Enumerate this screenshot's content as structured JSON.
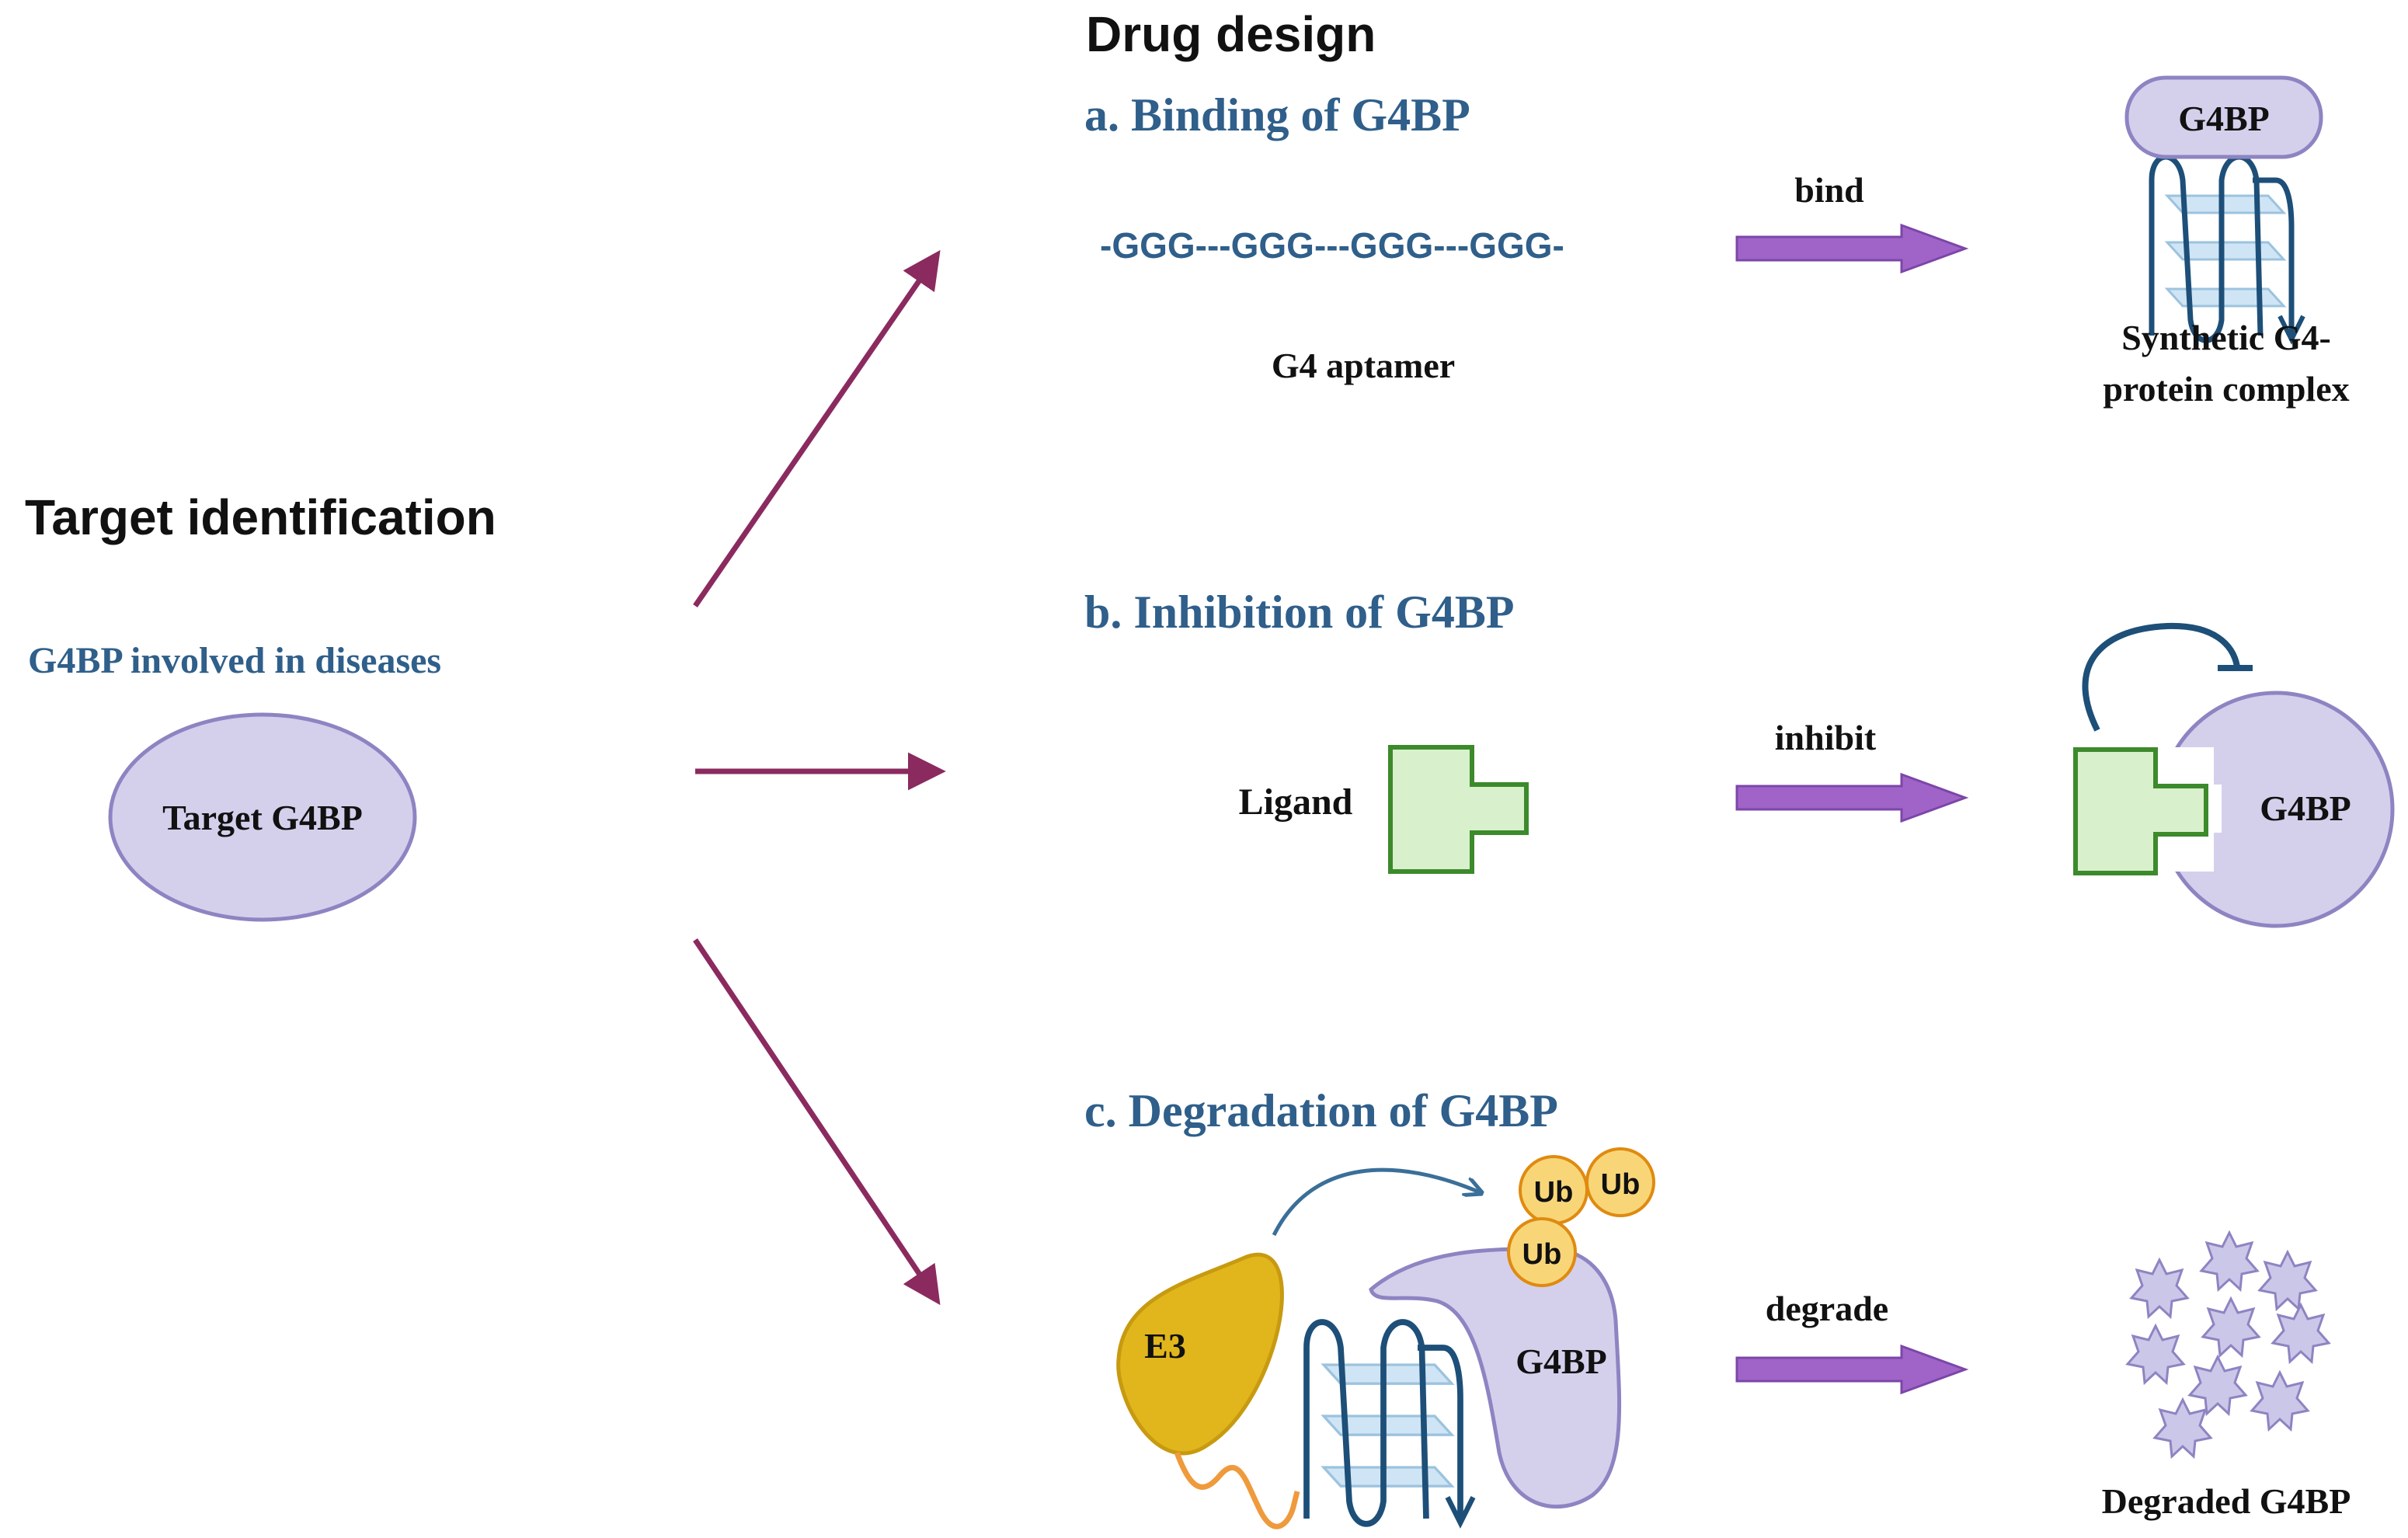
{
  "left": {
    "heading": "Target identification",
    "subheading": "G4BP involved in diseases",
    "ellipse_label": "Target G4BP"
  },
  "drug_design": {
    "heading": "Drug design",
    "binding": {
      "title": "a. Binding of G4BP",
      "sequence": "-GGG---GGG---GGG---GGG-",
      "aptamer_label": "G4 aptamer",
      "arrow_label": "bind",
      "protein_label": "G4BP",
      "result_line1": "Synthetic G4-",
      "result_line2": "protein complex"
    },
    "inhibition": {
      "title": "b. Inhibition of G4BP",
      "ligand_label": "Ligand",
      "arrow_label": "inhibit",
      "protein_label": "G4BP"
    },
    "degradation": {
      "title": "c. Degradation of G4BP",
      "e3_label": "E3",
      "ub_labels": [
        "Ub",
        "Ub",
        "Ub"
      ],
      "protein_label": "G4BP",
      "arrow_label": "degrade",
      "result_label": "Degraded G4BP"
    }
  },
  "colors": {
    "heading_black": "#111111",
    "title_blue": "#2f5f8a",
    "connector": "#8b2a5f",
    "process_arrow": "#a064c8",
    "protein_fill": "#d4d0ec",
    "protein_stroke": "#8e84c2",
    "ligand_fill": "#d8f0cc",
    "ligand_stroke": "#3c8a2c",
    "e3_fill": "#e0b61c",
    "ub_fill": "#f8d678",
    "ub_stroke": "#e08a10",
    "linker": "#ef9a3c",
    "g4_strand": "#1d4f78",
    "g4_plane": "#cfe5f5"
  }
}
